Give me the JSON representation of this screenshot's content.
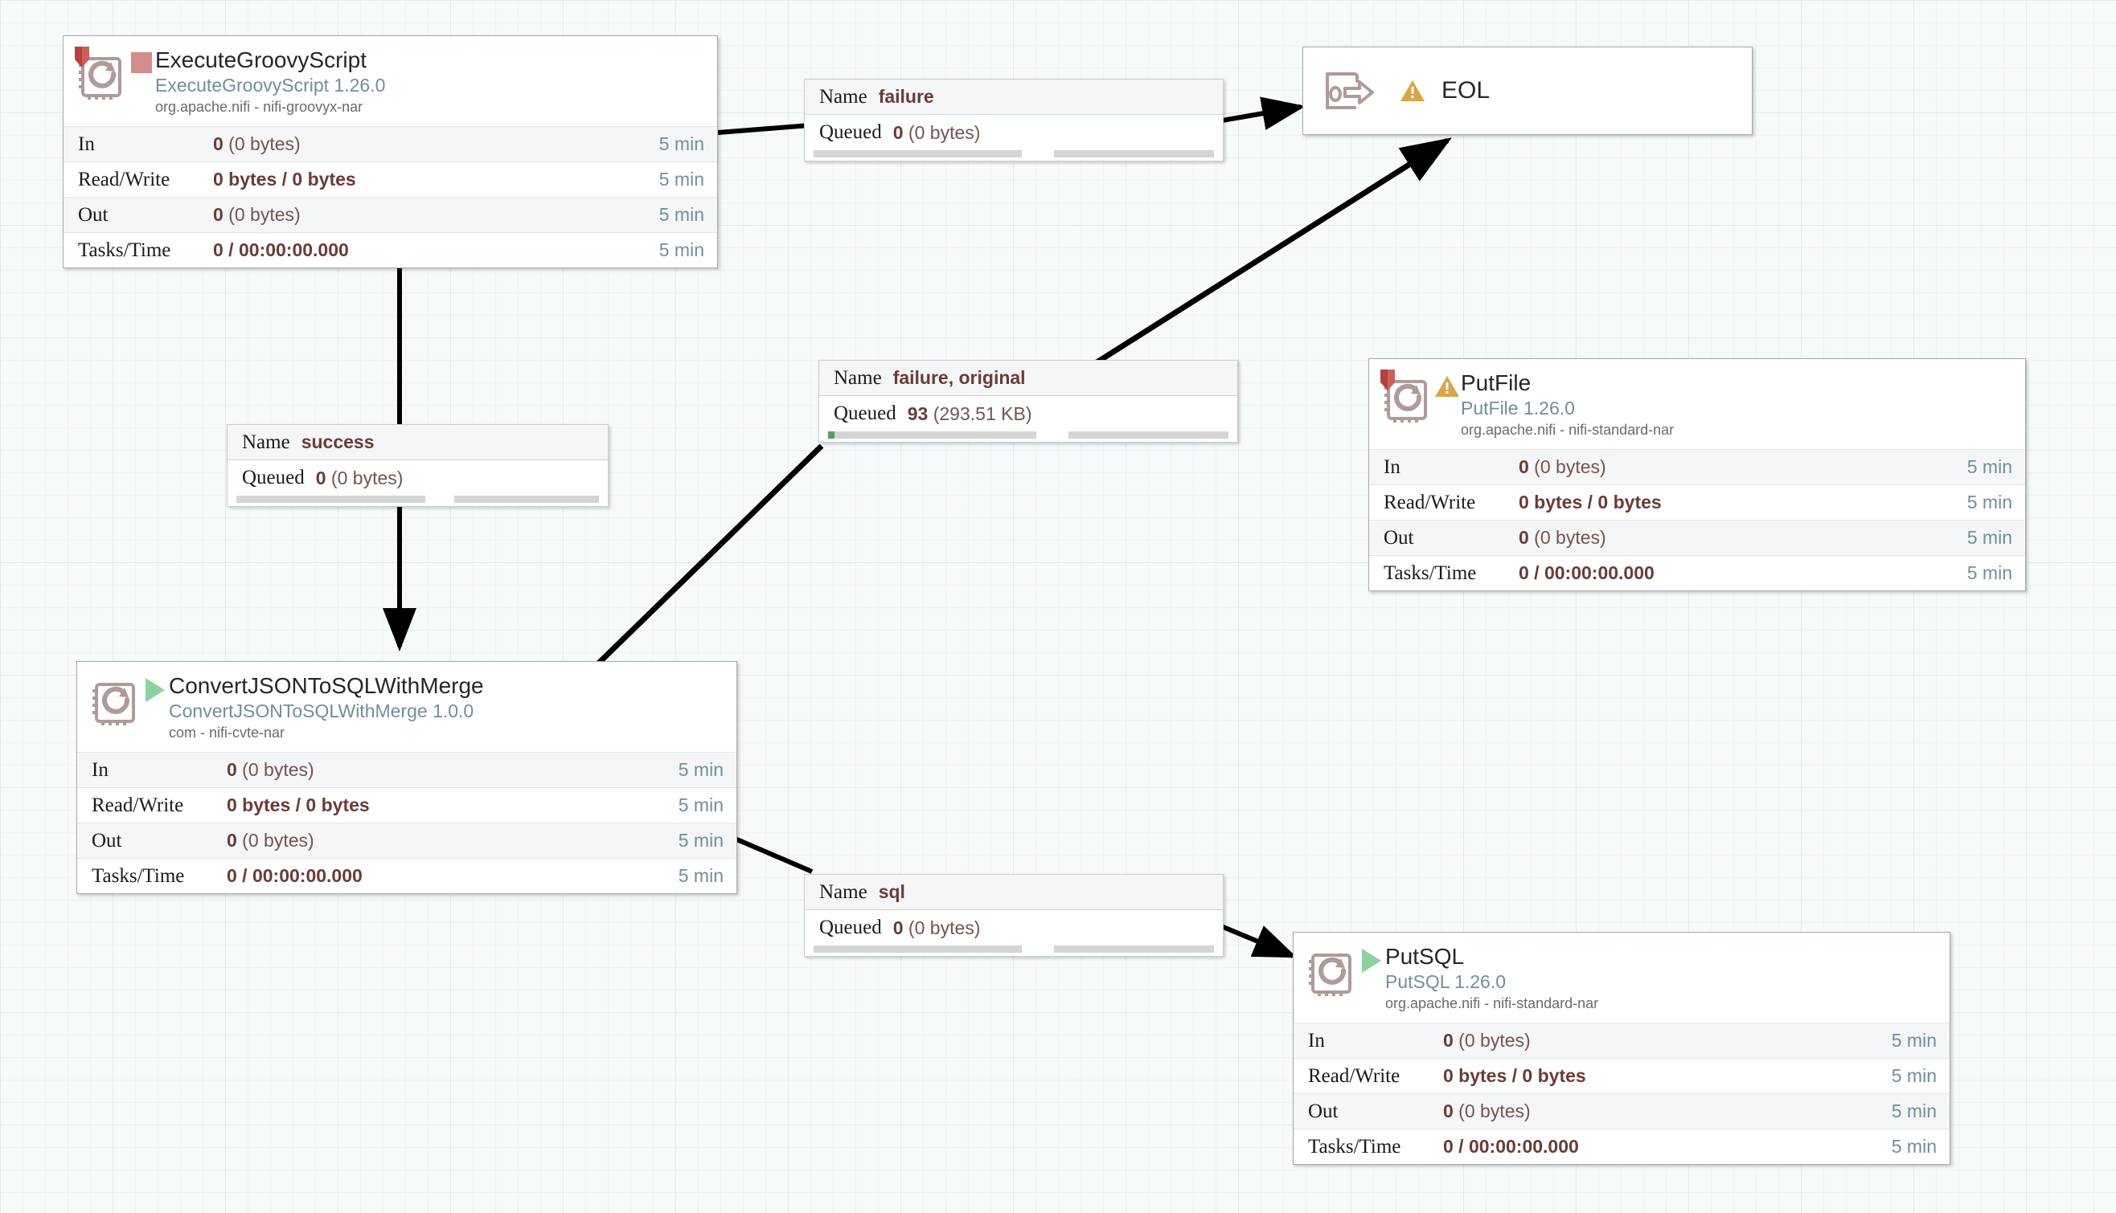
{
  "canvas": {
    "background_color": "#f7fafb",
    "grid_color": "#e3eaec"
  },
  "colors": {
    "accent_blue_gray": "#728e9b",
    "stat_value": "#6b3b38",
    "stopped_red": "#d18c8c",
    "running_green": "#8fd19e",
    "invalid_amber": "#d9a44b",
    "icon_mauve": "#b09a9a",
    "shield_red": "#b4413d",
    "queue_fill_green": "#52a05f"
  },
  "processors": [
    {
      "id": "execute-groovy-script",
      "name": "ExecuteGroovyScript",
      "type": "ExecuteGroovyScript 1.26.0",
      "bundle": "org.apache.nifi - nifi-groovyx-nar",
      "status": "stopped",
      "status_icon": "stop-square-icon",
      "has_sensitive_shield": true,
      "stats": [
        {
          "label": "In",
          "value_bold": "0",
          "value_rest": " (0 bytes)",
          "time": "5 min"
        },
        {
          "label": "Read/Write",
          "value_bold": "0 bytes / 0 bytes",
          "value_rest": "",
          "time": "5 min"
        },
        {
          "label": "Out",
          "value_bold": "0",
          "value_rest": " (0 bytes)",
          "time": "5 min"
        },
        {
          "label": "Tasks/Time",
          "value_bold": "0 / 00:00:00.000",
          "value_rest": "",
          "time": "5 min"
        }
      ]
    },
    {
      "id": "put-file",
      "name": "PutFile",
      "type": "PutFile 1.26.0",
      "bundle": "org.apache.nifi - nifi-standard-nar",
      "status": "invalid",
      "status_icon": "warning-triangle-icon",
      "has_sensitive_shield": true,
      "stats": [
        {
          "label": "In",
          "value_bold": "0",
          "value_rest": " (0 bytes)",
          "time": "5 min"
        },
        {
          "label": "Read/Write",
          "value_bold": "0 bytes / 0 bytes",
          "value_rest": "",
          "time": "5 min"
        },
        {
          "label": "Out",
          "value_bold": "0",
          "value_rest": " (0 bytes)",
          "time": "5 min"
        },
        {
          "label": "Tasks/Time",
          "value_bold": "0 / 00:00:00.000",
          "value_rest": "",
          "time": "5 min"
        }
      ]
    },
    {
      "id": "convert-json-to-sql-with-merge",
      "name": "ConvertJSONToSQLWithMerge",
      "type": "ConvertJSONToSQLWithMerge 1.0.0",
      "bundle": "com - nifi-cvte-nar",
      "status": "running",
      "status_icon": "play-triangle-icon",
      "has_sensitive_shield": false,
      "stats": [
        {
          "label": "In",
          "value_bold": "0",
          "value_rest": " (0 bytes)",
          "time": "5 min"
        },
        {
          "label": "Read/Write",
          "value_bold": "0 bytes / 0 bytes",
          "value_rest": "",
          "time": "5 min"
        },
        {
          "label": "Out",
          "value_bold": "0",
          "value_rest": " (0 bytes)",
          "time": "5 min"
        },
        {
          "label": "Tasks/Time",
          "value_bold": "0 / 00:00:00.000",
          "value_rest": "",
          "time": "5 min"
        }
      ]
    },
    {
      "id": "put-sql",
      "name": "PutSQL",
      "type": "PutSQL 1.26.0",
      "bundle": "org.apache.nifi - nifi-standard-nar",
      "status": "running",
      "status_icon": "play-triangle-icon",
      "has_sensitive_shield": false,
      "stats": [
        {
          "label": "In",
          "value_bold": "0",
          "value_rest": " (0 bytes)",
          "time": "5 min"
        },
        {
          "label": "Read/Write",
          "value_bold": "0 bytes / 0 bytes",
          "value_rest": "",
          "time": "5 min"
        },
        {
          "label": "Out",
          "value_bold": "0",
          "value_rest": " (0 bytes)",
          "time": "5 min"
        },
        {
          "label": "Tasks/Time",
          "value_bold": "0 / 00:00:00.000",
          "value_rest": "",
          "time": "5 min"
        }
      ]
    }
  ],
  "ports": [
    {
      "id": "eol",
      "name": "EOL",
      "kind": "output-port",
      "status": "invalid",
      "status_icon": "warning-triangle-icon"
    }
  ],
  "connections": [
    {
      "id": "conn-failure",
      "name_key": "Name",
      "name_value": "failure",
      "queued_key": "Queued",
      "queued_bold": "0",
      "queued_rest": " (0 bytes)",
      "queue_percent": 0
    },
    {
      "id": "conn-failure-original",
      "name_key": "Name",
      "name_value": "failure, original",
      "queued_key": "Queued",
      "queued_bold": "93",
      "queued_rest": " (293.51 KB)",
      "queue_percent": 3
    },
    {
      "id": "conn-success",
      "name_key": "Name",
      "name_value": "success",
      "queued_key": "Queued",
      "queued_bold": "0",
      "queued_rest": " (0 bytes)",
      "queue_percent": 0
    },
    {
      "id": "conn-sql",
      "name_key": "Name",
      "name_value": "sql",
      "queued_key": "Queued",
      "queued_bold": "0",
      "queued_rest": " (0 bytes)",
      "queue_percent": 0
    }
  ]
}
